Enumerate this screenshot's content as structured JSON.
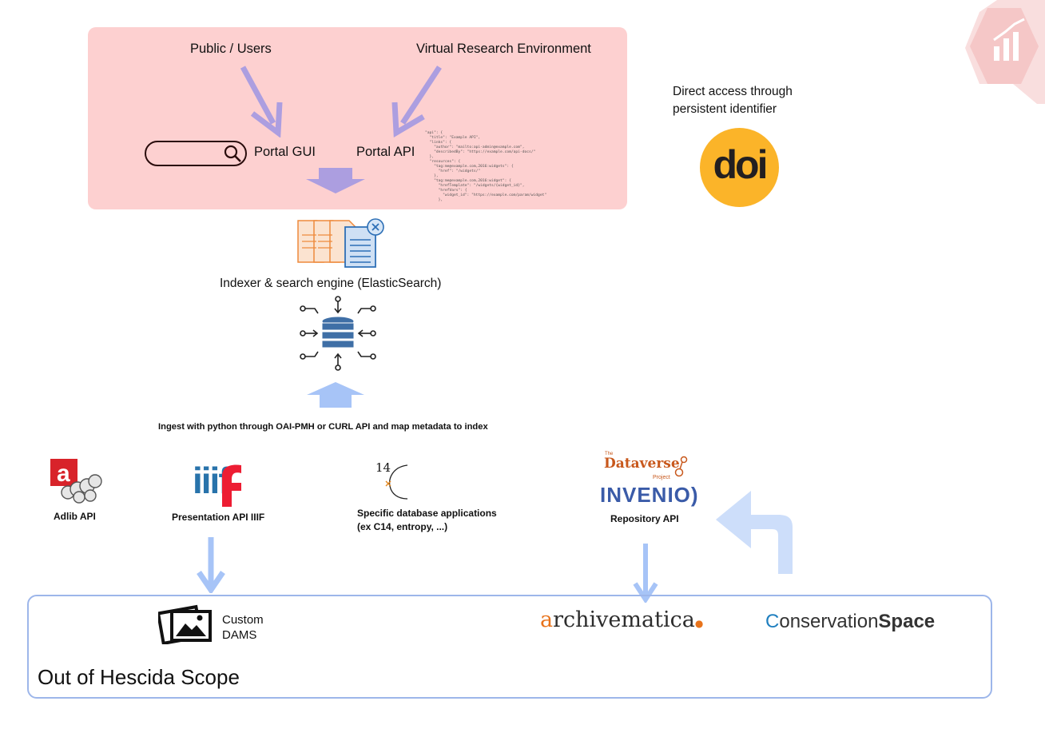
{
  "portal": {
    "public_users": "Public / Users",
    "vre": "Virtual Research Environment",
    "portal_gui": "Portal GUI",
    "portal_api": "Portal API",
    "api_snippet": "\"api\": {\n  \"title\": \"Example API\",\n  \"links\": {\n    \"author\": \"mailto:api-admin@example.com\",\n    \"describedBy\": \"https://example.com/api-docs/\"\n  },\n  \"resources\": {\n    \"tag:me@example.com,2016:widgets\": {\n      \"href\": \"/widgets/\"\n    },\n    \"tag:me@example.com,2016:widget\": {\n      \"hrefTemplate\": \"/widgets/{widget_id}\",\n      \"hrefVars\": {\n        \"widget_id\": \"https://example.com/param/widget\"\n      },"
  },
  "doi": {
    "caption": "Direct access through\npersistent identifier",
    "logo_text": "doi"
  },
  "indexer": {
    "label": "Indexer & search engine (ElasticSearch)"
  },
  "ingest": {
    "label": "Ingest with python through OAI-PMH or CURL API and map metadata to index"
  },
  "sources": {
    "adlib": "Adlib API",
    "iiif": "Presentation API IIIF",
    "iiif_logo": "iiif",
    "specific": "Specific database applications\n(ex C14, entropy, ...)",
    "c14_logo": "14",
    "repository": "Repository API",
    "dataverse_small": "The",
    "dataverse_logo": "Dataverse",
    "dataverse_project": "Project",
    "invenio_logo": "INVENIO)"
  },
  "scope": {
    "custom_dams": "Custom\nDAMS",
    "archivematica_a": "a",
    "archivematica_rest": "rchivematica",
    "conservation_c": "C",
    "conservation_rest": "onservation",
    "conservation_space": "Space",
    "title": "Out of Hescida Scope"
  },
  "colors": {
    "panel": "#fdd0d0",
    "arrow_purple": "#ac9ee0",
    "arrow_blue": "#a7c4f7",
    "doi_yellow": "#fbb429",
    "scope_border": "#9db6ea"
  },
  "icons": [
    "search-icon",
    "documents-icon",
    "database-network-icon",
    "image-gallery-icon",
    "adlib-logo",
    "iiif-logo",
    "c14-logo",
    "dataverse-logo",
    "invenio-logo",
    "doi-logo",
    "archivematica-logo",
    "conservationspace-logo",
    "corner-chart-icon"
  ]
}
